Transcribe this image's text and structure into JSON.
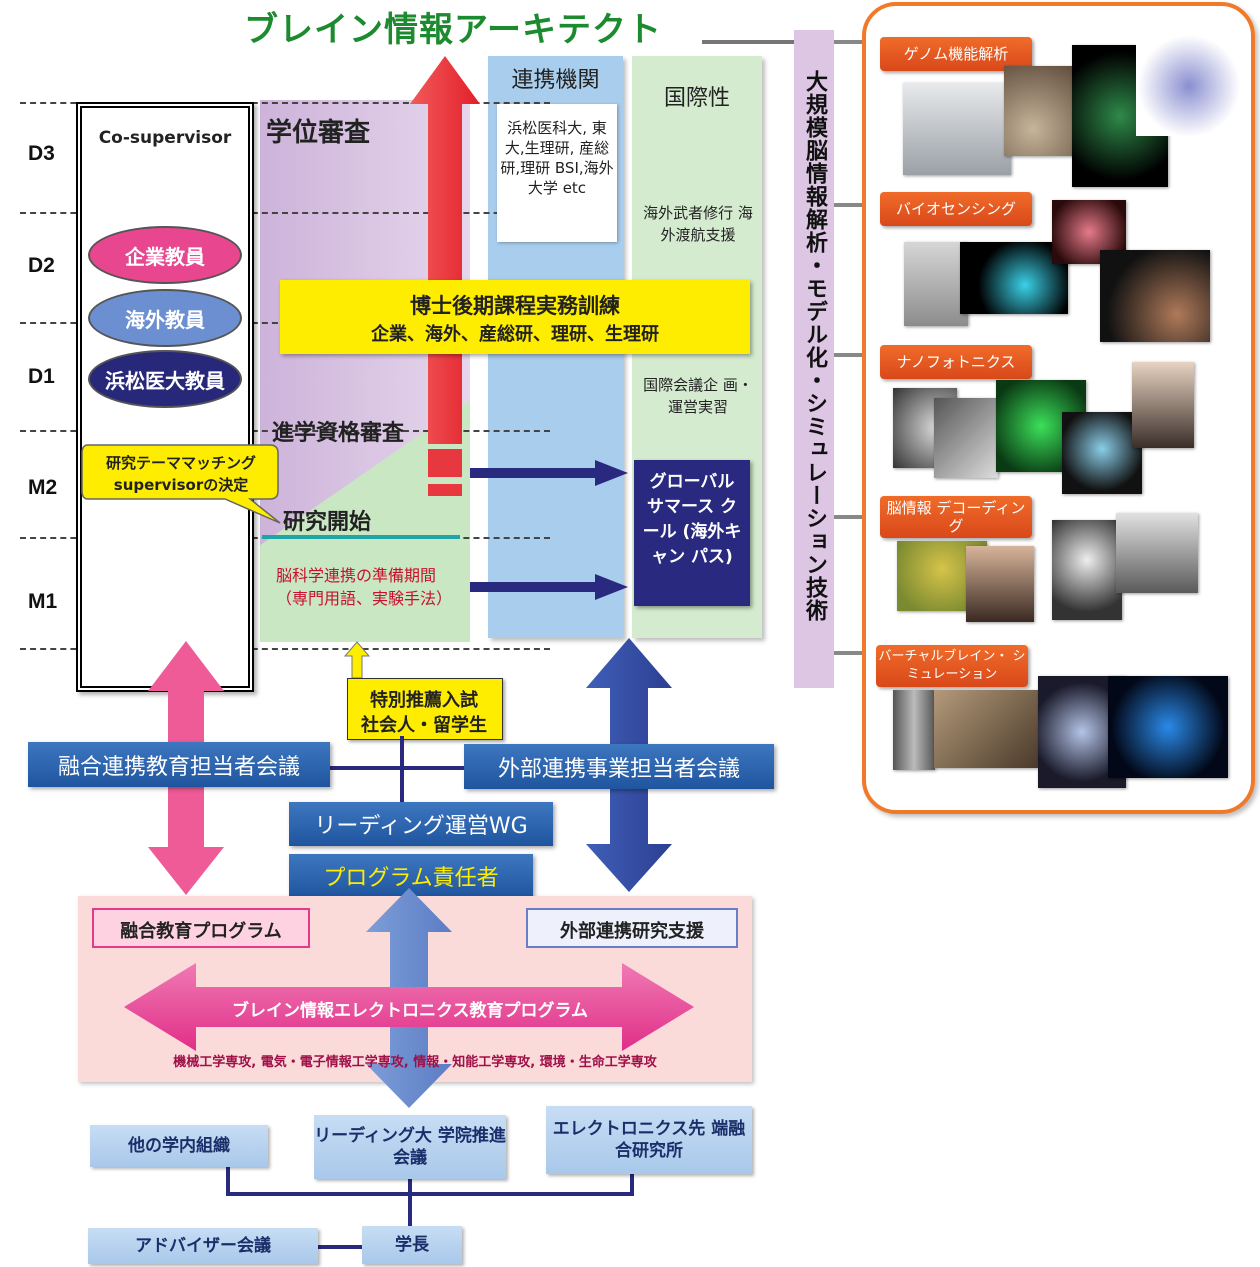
{
  "title": "ブレイン情報アーキテクト",
  "levels": [
    "D3",
    "D2",
    "D1",
    "M2",
    "M1"
  ],
  "supervisor": {
    "label": "Co-supervisor",
    "ovals": [
      {
        "label": "企業教員",
        "color": "#e8468f"
      },
      {
        "label": "海外教員",
        "color": "#6b8fd0"
      },
      {
        "label": "浜松医大教員",
        "color": "#28287a"
      }
    ]
  },
  "purple_col": {
    "degree_review": "学位審査",
    "entry_review": "進学資格審査",
    "research_start": "研究開始",
    "prep_period": "脳科学連携の準備期間（専門用語、実験手法）"
  },
  "callout": {
    "line1": "研究テーママッチング",
    "line2": "supervisorの決定"
  },
  "doctoral_training": {
    "line1": "博士後期課程実務訓練",
    "line2": "企業、海外、産総研、理研、生理研"
  },
  "partner_col": {
    "header": "連携機関",
    "body": "浜松医科大, 東大,生理研, 産総研,理研 BSI,海外大学 etc"
  },
  "intl_col": {
    "header": "国際性",
    "item1": "海外武者修行 海外渡航支援",
    "item2": "国際会議企 画・運営実習",
    "summer_school": "グローバル サマース クール (海外キャン パス)"
  },
  "special_entrance": {
    "line1": "特別推薦入試",
    "line2": "社会人・留学生"
  },
  "vertical_label": "大規模脳情報解析・モデル化・シミュレーション技術",
  "techniques": [
    "ゲノム機能解析",
    "バイオセンシング",
    "ナノフォトニクス",
    "脳情報 デコーディング",
    "バーチャルブレイン・ シミュレーション"
  ],
  "governance": {
    "fusion_meeting": "融合連携教育担当者会議",
    "external_meeting": "外部連携事業担当者会議",
    "leading_wg": "リーディング運営WG",
    "program_head": "プログラム責任者"
  },
  "program_panel": {
    "fusion_program": "融合教育プログラム",
    "external_support": "外部連携研究支援",
    "brain_program": "ブレイン情報エレクトロニクス教育プログラム",
    "departments": "機械工学専攻, 電気・電子情報工学専攻, 情報・知能工学専攻, 環境・生命工学専攻"
  },
  "bottom": {
    "other_org": "他の学内組織",
    "leading_council": "リーディング大 学院推進会議",
    "electronics_inst": "エレクトロニクス先 端融合研究所",
    "advisor_meeting": "アドバイザー会議",
    "president": "学長"
  },
  "colors": {
    "title_green": "#1c8a2e",
    "purple": "#dcc6e4",
    "partner_blue": "#a9cdec",
    "intl_green": "#d4ebcf",
    "orange": "#f07a2a",
    "navy": "#29297f",
    "pink": "#ef5b96"
  }
}
